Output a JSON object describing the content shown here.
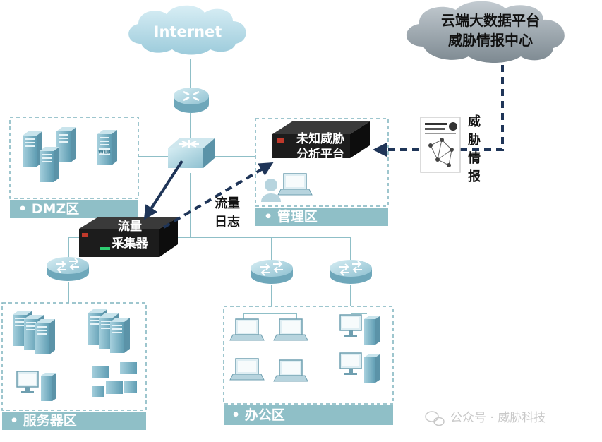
{
  "clouds": {
    "internet": "Internet",
    "bigdata_line1": "云端大数据平台",
    "bigdata_line2": "威胁情报中心"
  },
  "zones": {
    "dmz": "• DMZ区",
    "mgmt": "• 管理区",
    "server": "• 服务器区",
    "office": "• 办公区"
  },
  "devices": {
    "collector_line1": "流量",
    "collector_line2": "采集器",
    "analysis_line1": "未知威胁",
    "analysis_line2": "分析平台",
    "server_badge": "WEB"
  },
  "edges": {
    "flow_log_line1": "流量",
    "flow_log_line2": "日志",
    "threat_intel": [
      "威",
      "胁",
      "情",
      "报"
    ]
  },
  "watermark": "公众号 · 威胁科技",
  "colors": {
    "zone_border": "#7fb3bd",
    "zone_fill": "#ffffff",
    "zone_label_bg": "#8fbfc7",
    "arrow": "#1f3558",
    "device_body": "#1c1c1c",
    "cloud_internet": "#b9dbe6",
    "cloud_bigdata": "#9aa5ad"
  }
}
